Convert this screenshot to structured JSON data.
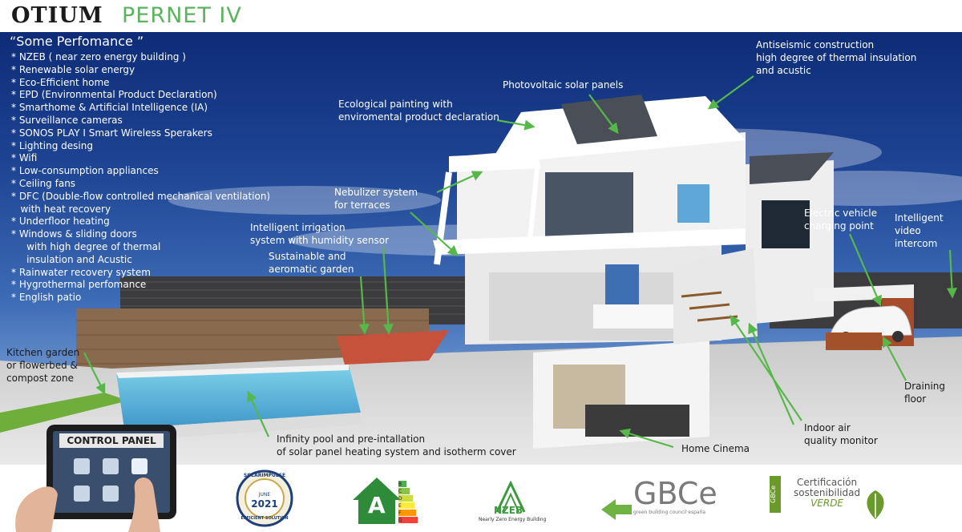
{
  "header": {
    "brand": "OTIUM",
    "model": "PERNET IV"
  },
  "colors": {
    "sky_top": "#0e2c78",
    "sky_bottom": "#9ec0e4",
    "accent_green": "#5bb35f",
    "arrow_green": "#57b84a"
  },
  "performance": {
    "title": "“Some Perfomance ”",
    "items": [
      "* NZEB ( near zero energy building )",
      "* Renewable solar energy",
      "* Eco-Efficient home",
      "* EPD (Environmental Product Declaration)",
      "* Smarthome & Artificial Intelligence (IA)",
      "* Surveillance cameras",
      "* SONOS PLAY I Smart Wireless Sperakers",
      "* Lighting desing",
      "* Wifi",
      "* Low-consumption appliances",
      "* Ceiling fans",
      "* DFC (Double-flow controlled mechanical ventilation)",
      "   with heat recovery",
      "* Underfloor heating",
      "* Windows & sliding doors",
      "     with high degree of thermal",
      "     insulation and Acustic",
      "* Rainwater recovery system",
      "* Hygrothermal perfomance",
      "* English patio"
    ]
  },
  "callouts": {
    "antiseismic": [
      "Antiseismic construction",
      "high degree of thermal insulation",
      "and acustic"
    ],
    "photovoltaic": [
      "Photovoltaic solar panels"
    ],
    "ecological": [
      "Ecological painting with",
      "enviromental product declaration"
    ],
    "nebulizer": [
      "Nebulizer system",
      "for terraces"
    ],
    "irrigation": [
      "Intelligent irrigation",
      "system with humidity sensor"
    ],
    "garden": [
      "Sustainable and",
      "aeromatic garden"
    ],
    "ev": [
      "Electric vehicle",
      "charging point"
    ],
    "intercom": [
      "Intelligent",
      "video",
      "intercom"
    ],
    "kitchen": [
      "Kitchen garden",
      "or flowerbed &",
      "compost zone"
    ],
    "draining": [
      "Draining",
      "floor"
    ],
    "air": [
      "Indoor air",
      "quality monitor"
    ],
    "cinema": [
      "Home Cinema"
    ],
    "pool": [
      "Infinity pool and pre-intallation",
      "of solar panel heating system and isotherm cover"
    ]
  },
  "control_panel": {
    "title": "CONTROL PANEL",
    "icons": [
      "light-icon",
      "shade-icon",
      "security-icon",
      "climate-icon",
      "tv-icon"
    ]
  },
  "certifications": {
    "solar_impulse": {
      "top": "SOLARIMPULSE",
      "month": "JUNE",
      "year": "2021",
      "bottom": "EFFICIENT SOLUTION"
    },
    "energy_label": {
      "grade": "A",
      "letters": [
        "B",
        "C",
        "D",
        "E",
        "F",
        "G"
      ]
    },
    "nzeb": {
      "title": "NZEB",
      "subtitle": "Nearly Zero Energy Building"
    },
    "gbce": {
      "title": "GBCe",
      "subtitle": "green building council españa"
    },
    "verde": {
      "line1": "Certificación",
      "line2": "sostenibilidad",
      "line3": "VERDE",
      "seal": "GBCe"
    }
  }
}
